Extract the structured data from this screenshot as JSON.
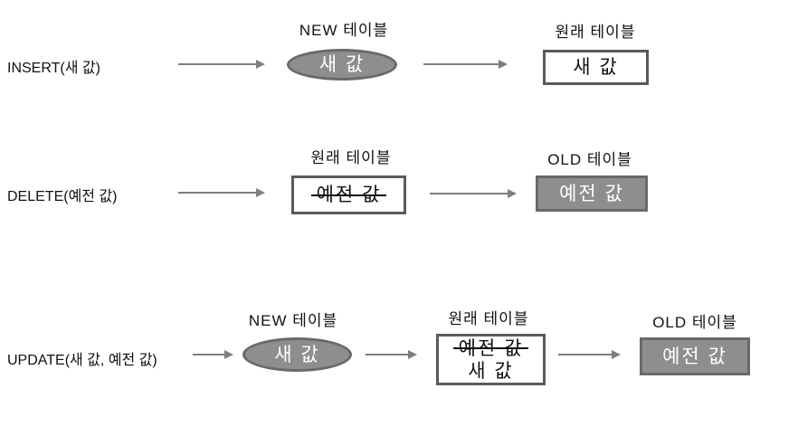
{
  "colors": {
    "shape_fill": "#8e8e8e",
    "shape_border": "#696969",
    "box_border": "#5a5a5a",
    "arrow": "#7e7e7e",
    "text": "#111111",
    "text_on_gray": "#ffffff",
    "strike_line": "#111111"
  },
  "rows": [
    {
      "operation": "INSERT(새 값)",
      "nodes": [
        {
          "label": "NEW 테이블",
          "shape": "ellipse",
          "lines": [
            {
              "text": "새 값",
              "strike": false
            }
          ]
        },
        {
          "label": "원래 테이블",
          "shape": "rect-white",
          "lines": [
            {
              "text": "새 값",
              "strike": false
            }
          ]
        }
      ]
    },
    {
      "operation": "DELETE(예전 값)",
      "nodes": [
        {
          "label": "원래 테이블",
          "shape": "rect-white",
          "lines": [
            {
              "text": "예전 값",
              "strike": true
            }
          ]
        },
        {
          "label": "OLD 테이블",
          "shape": "rect-gray",
          "lines": [
            {
              "text": "예전 값",
              "strike": false
            }
          ]
        }
      ]
    },
    {
      "operation": "UPDATE(새 값, 예전 값)",
      "nodes": [
        {
          "label": "NEW 테이블",
          "shape": "ellipse",
          "lines": [
            {
              "text": "새 값",
              "strike": false
            }
          ]
        },
        {
          "label": "원래 테이블",
          "shape": "rect-white",
          "lines": [
            {
              "text": "예전 값",
              "strike": true
            },
            {
              "text": "새 값",
              "strike": false
            }
          ]
        },
        {
          "label": "OLD 테이블",
          "shape": "rect-gray",
          "lines": [
            {
              "text": "예전 값",
              "strike": false
            }
          ]
        }
      ]
    }
  ]
}
